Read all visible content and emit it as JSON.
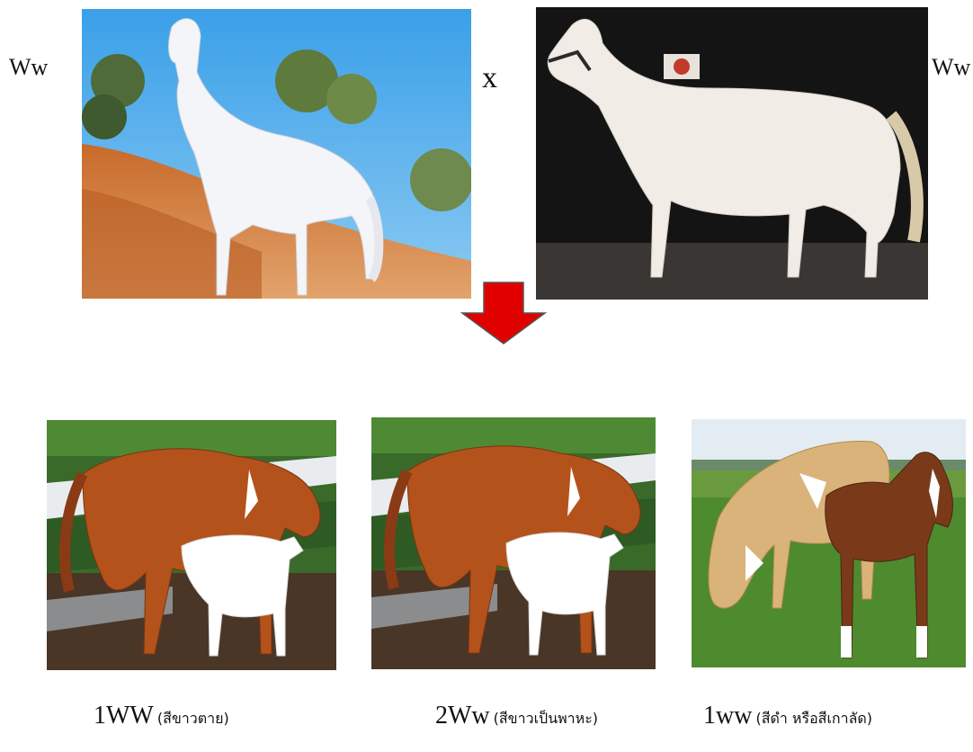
{
  "parents": {
    "left_genotype": "Ww",
    "cross_symbol": "x",
    "right_genotype": "Ww"
  },
  "offspring": [
    {
      "code": "1WW",
      "note": "(สีขาวตาย)"
    },
    {
      "code": "2Ww",
      "note": "(สีขาวเป็นพาหะ)"
    },
    {
      "code": "1ww",
      "note": "(สีดำ หรือสีเกาลัด)"
    }
  ],
  "colors": {
    "arrow": "#e00000",
    "arrow_outline": "#555555"
  },
  "icons": {
    "arrow": "down-arrow-icon"
  }
}
